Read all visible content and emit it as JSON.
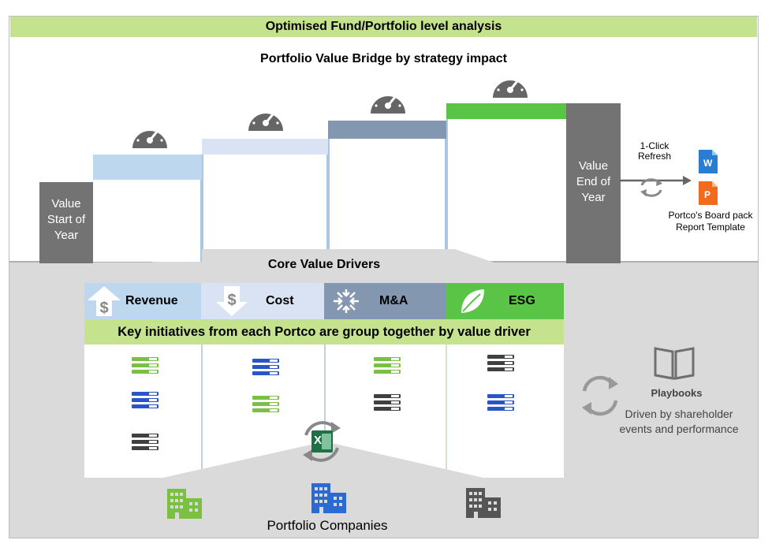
{
  "header": {
    "banner": "Optimised Fund/Portfolio level analysis",
    "bridge_title": "Portfolio Value Bridge by strategy impact"
  },
  "bridge": {
    "start_label": "Value Start of Year",
    "end_label": "Value End of Year",
    "steps": [
      {
        "name": "Revenue",
        "color": "#bdd7ee"
      },
      {
        "name": "Cost",
        "color": "#dae3f3"
      },
      {
        "name": "M&A",
        "color": "#8497b0"
      },
      {
        "name": "ESG",
        "color": "#5ac447"
      }
    ]
  },
  "refresh": {
    "label": "1-Click Refresh",
    "target_label": "Portco's Board pack Report Template",
    "word_letter": "W",
    "ppt_letter": "P"
  },
  "core": {
    "title": "Core Value Drivers",
    "drivers": [
      {
        "label": "Revenue",
        "bg": "#bdd7ee"
      },
      {
        "label": "Cost",
        "bg": "#dae3f3"
      },
      {
        "label": "M&A",
        "bg": "#8497b0"
      },
      {
        "label": "ESG",
        "bg": "#5ac447"
      }
    ],
    "key_initiatives": "Key initiatives from each Portco are group together by value driver",
    "excel_letter": "X"
  },
  "playbooks": {
    "title": "Playbooks",
    "description": "Driven by shareholder events and performance"
  },
  "portfolio": {
    "label": "Portfolio Companies"
  },
  "colors": {
    "green": "#7ac143",
    "blue": "#2b55c7",
    "dark": "#404040",
    "grey_panel": "#dadada"
  }
}
